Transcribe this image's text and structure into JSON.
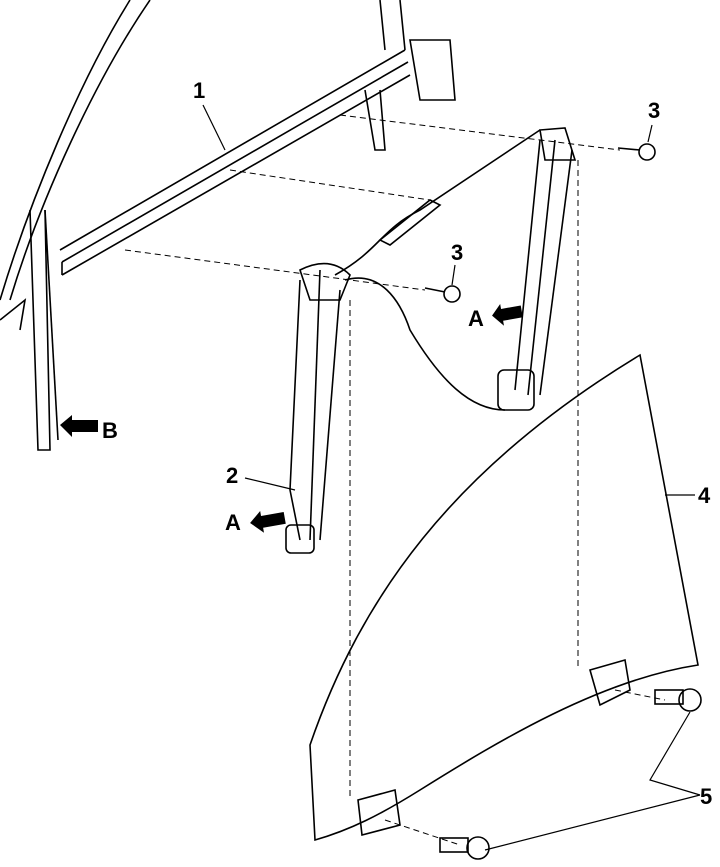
{
  "diagram": {
    "callouts": {
      "window_regulator_rail": "1",
      "window_regulator": "2",
      "screw_upper": "3",
      "screw_middle": "3",
      "door_glass": "4",
      "glass_bolts": "5",
      "view_a_right": "A",
      "view_a_left": "A",
      "view_b": "B"
    }
  }
}
